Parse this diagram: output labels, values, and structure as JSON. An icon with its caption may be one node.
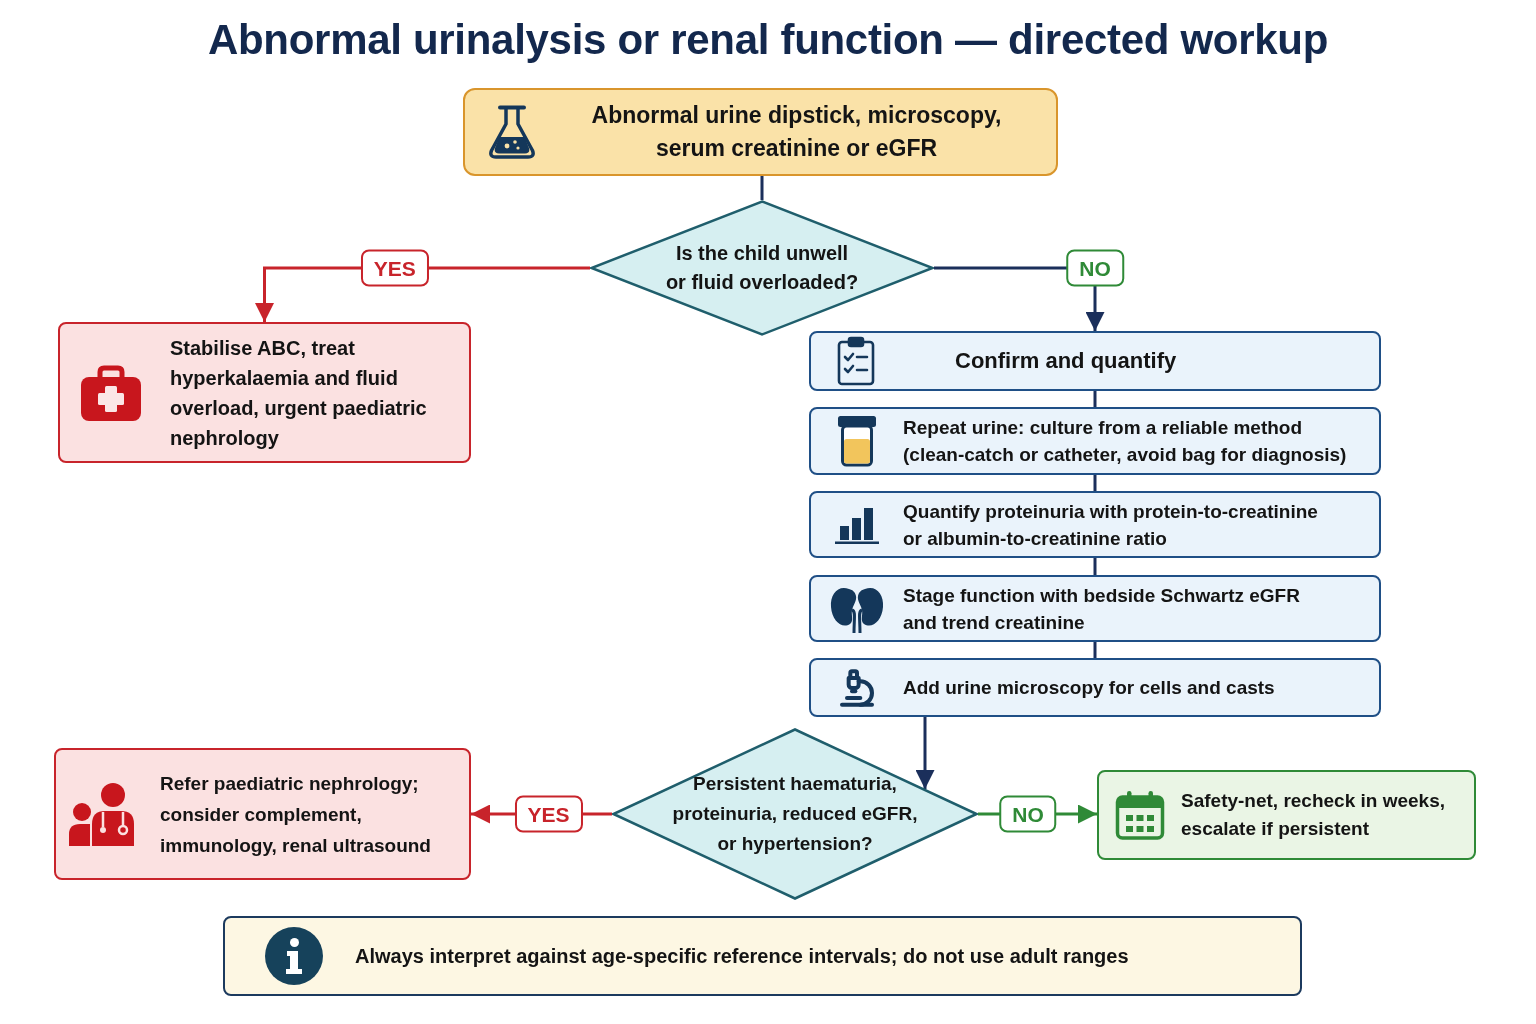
{
  "diagram": {
    "title": "Abnormal urinalysis or renal function — directed workup",
    "nodes": [
      {
        "text": [
          "Abnormal urine dipstick, microscopy, serum creatinine or eGFR"
        ]
      },
      {
        "text": [
          "Is the child unwell or fluid overloaded?"
        ]
      },
      {
        "text": [
          "Stabilise ABC, treat hyperkalaemia and fluid overload, urgent paediatric nephrology"
        ]
      },
      {
        "text": [
          "Confirm and quantify"
        ]
      },
      {
        "text": [
          "Repeat urine: culture from a reliable method (clean-catch or catheter, avoid bag for diagnosis)"
        ]
      },
      {
        "text": [
          "Quantify proteinuria with protein-to-creatinine or albumin-to-creatinine ratio"
        ]
      },
      {
        "text": [
          "Stage function with bedside Schwartz eGFR and trend creatinine"
        ]
      },
      {
        "text": [
          "Add urine microscopy for cells and casts"
        ]
      },
      {
        "text": [
          "Persistent haematuria, proteinuria, reduced eGFR, or hypertension?"
        ]
      },
      {
        "text": [
          "Refer paediatric nephrology; consider complement, immunology, renal ultrasound"
        ]
      },
      {
        "text": [
          "Safety-net, recheck in weeks, escalate if persistent"
        ]
      },
      {
        "text": [
          "Always interpret against age-specific reference intervals; do not use adult ranges"
        ]
      }
    ],
    "edges": [
      {
        "from": 0,
        "to": 1,
        "arrow": "none"
      },
      {
        "from": 1,
        "to": 2,
        "arrow": "to",
        "label": "YES",
        "color": "#c8242b"
      },
      {
        "from": 1,
        "to": 3,
        "arrow": "to",
        "label": "NO"
      },
      {
        "from": 3,
        "to": 4,
        "arrow": "none"
      },
      {
        "from": 4,
        "to": 5,
        "arrow": "none"
      },
      {
        "from": 5,
        "to": 6,
        "arrow": "none"
      },
      {
        "from": 6,
        "to": 7,
        "arrow": "none"
      },
      {
        "from": 7,
        "to": 8,
        "arrow": "to"
      },
      {
        "from": 8,
        "to": 9,
        "arrow": "to",
        "label": "YES",
        "color": "#c8242b"
      },
      {
        "from": 8,
        "to": 10,
        "arrow": "to",
        "label": "NO",
        "color": "#2f8a37"
      }
    ]
  }
}
